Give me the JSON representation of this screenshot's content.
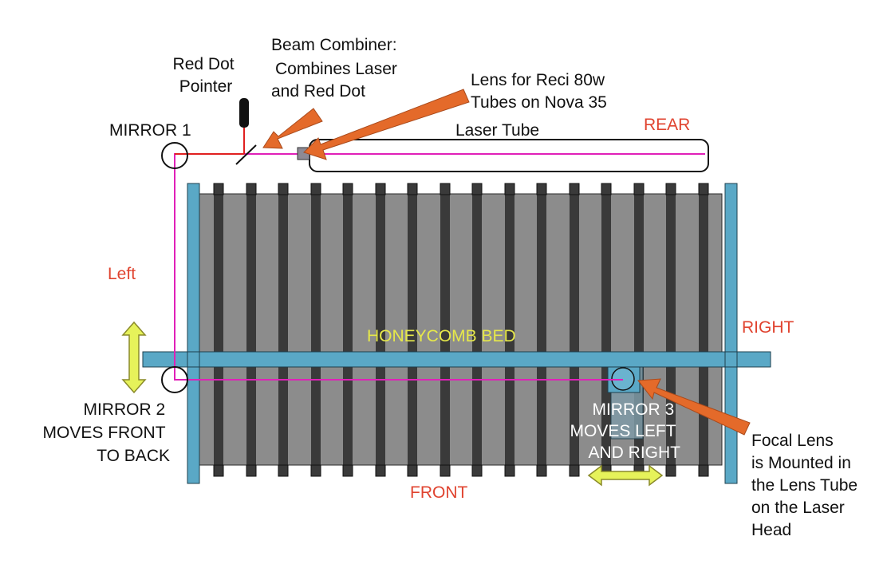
{
  "labels": {
    "red_dot_pointer": [
      "Red Dot",
      "Pointer"
    ],
    "beam_combiner": [
      "Beam Combiner:",
      "Combines Laser",
      "and Red Dot"
    ],
    "lens_reci": [
      "Lens for Reci 80w",
      "Tubes on Nova 35"
    ],
    "mirror1": "MIRROR 1",
    "laser_tube": "Laser Tube",
    "rear": "REAR",
    "left": "Left",
    "right": "RIGHT",
    "front": "FRONT",
    "honeycomb_bed": "HONEYCOMB BED",
    "mirror2": [
      "MIRROR 2",
      "MOVES FRONT",
      "TO BACK"
    ],
    "mirror3": [
      "MIRROR 3",
      "MOVES LEFT",
      "AND RIGHT"
    ],
    "focal_lens": [
      "Focal Lens",
      "is Mounted in",
      "the Lens Tube",
      "on the Laser",
      "Head"
    ]
  },
  "colors": {
    "direction_label": "#e0432f",
    "bed_label": "#e6e84a",
    "rail": "#5aa8c6",
    "bed_fill": "#8c8c8c",
    "slat": "#3a3a3a",
    "beam": "#e020b8",
    "red_dot_beam": "#e02020",
    "callout_arrow": "#e46a2a",
    "motion_arrow": "#e6f25a"
  }
}
